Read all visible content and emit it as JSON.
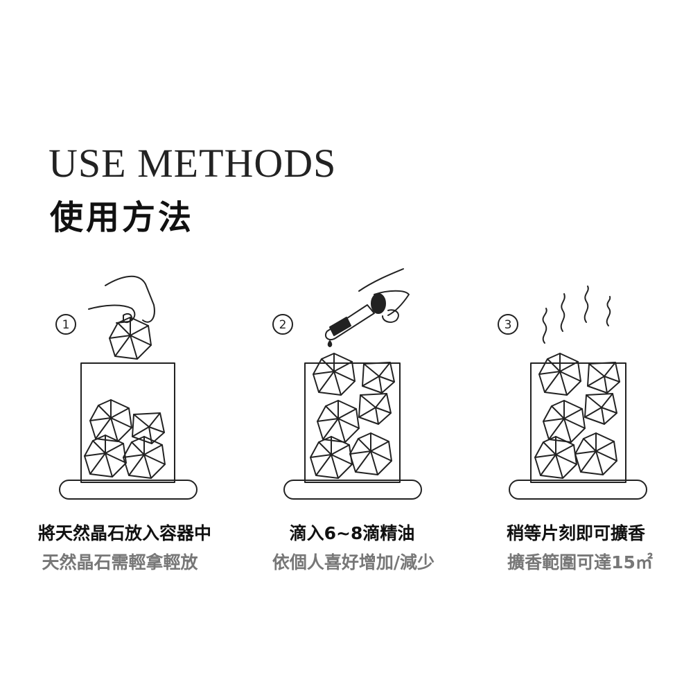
{
  "title_en": "USE METHODS",
  "title_zh": "使用方法",
  "steps": [
    {
      "number": "①",
      "caption": "將天然晶石放入容器中",
      "note": "天然晶石需輕拿輕放"
    },
    {
      "number": "②",
      "caption": "滴入6~8滴精油",
      "note": "依個人喜好增加/減少"
    },
    {
      "number": "③",
      "caption": "稍等片刻即可擴香",
      "note": "擴香範圍可達15㎡"
    }
  ]
}
